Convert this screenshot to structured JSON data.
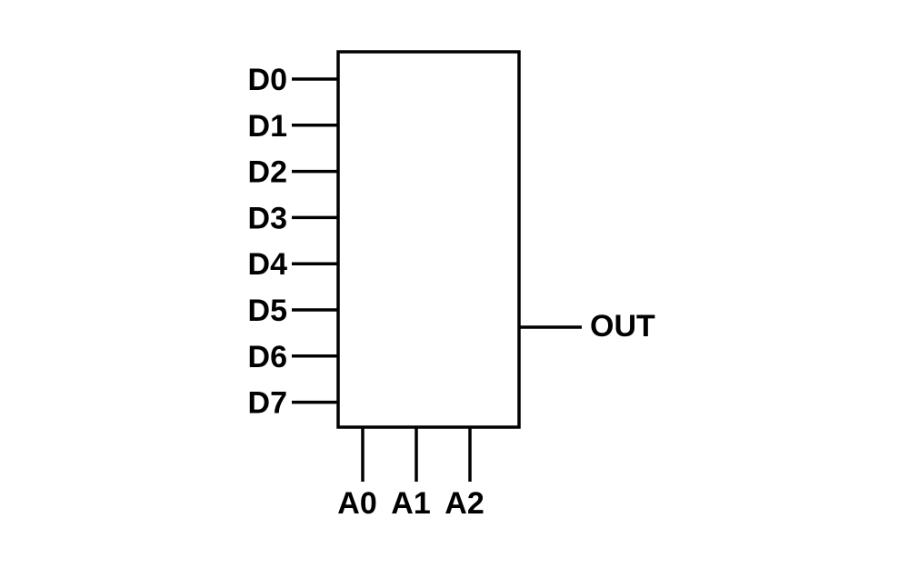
{
  "diagram": {
    "type": "multiplexer-block",
    "line_color": "#000000",
    "background": "#ffffff",
    "data_inputs": [
      "D0",
      "D1",
      "D2",
      "D3",
      "D4",
      "D5",
      "D6",
      "D7"
    ],
    "select_inputs": [
      "A0",
      "A1",
      "A2"
    ],
    "output": "OUT"
  }
}
